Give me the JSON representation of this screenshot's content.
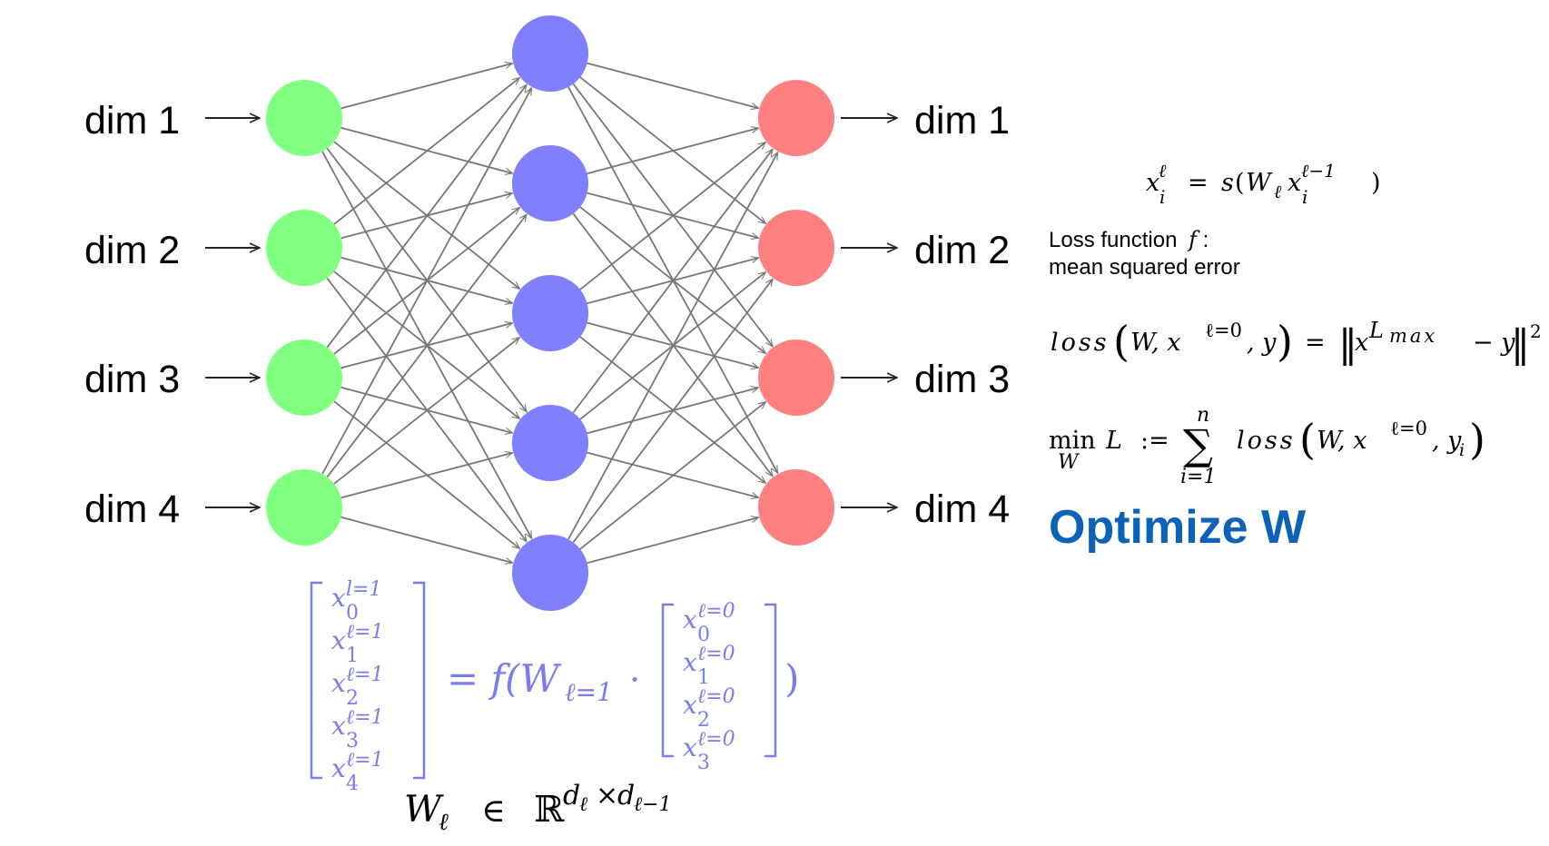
{
  "input_labels": [
    "dim 1",
    "dim 2",
    "dim 3",
    "dim 4"
  ],
  "output_labels": [
    "dim 1",
    "dim 2",
    "dim 3",
    "dim 4"
  ],
  "layers": [
    {
      "name": "input",
      "count": 4,
      "color": "#80ff80"
    },
    {
      "name": "hidden",
      "count": 5,
      "color": "#8080ff"
    },
    {
      "name": "output",
      "count": 4,
      "color": "#ff8080"
    }
  ],
  "edge_color": "#777777",
  "heading_color": "#0b62b8",
  "matrix_color": "#7b7bf2",
  "formulas": {
    "activation": {
      "x": "x",
      "sub_i": "i",
      "sup_l": "ℓ",
      "eq": "=",
      "s": "s",
      "lpar": "(",
      "W": "W",
      "sub_l": "ℓ",
      "x2": "x",
      "sub_i2": "i",
      "sup_lm1": "ℓ−1",
      "rpar": ")"
    },
    "loss_caption_1": "Loss function",
    "loss_caption_f": "f",
    "loss_caption_colon": ":",
    "loss_caption_2": "mean squared error",
    "loss_eq": {
      "loss": "loss",
      "lparen": "(",
      "W_x": "W, x",
      "sup_l0": "ℓ=0",
      "comma_y": ", y",
      "rparen": ")",
      "eq": "=",
      "norm_l": "‖",
      "x": "x",
      "sup_L": "L",
      "sup_max": "max",
      "minus_y": "− y",
      "norm_r": "‖",
      "sq": "2"
    },
    "objective": {
      "min": "min",
      "min_sub": "W",
      "L": "L",
      "def": ":=",
      "sigma": "∑",
      "sum_top": "n",
      "sum_bottom": "i=1",
      "loss": "loss",
      "lparen": "(",
      "W_x": "W, x",
      "sup_l0": "ℓ=0",
      "comma_y": ", y",
      "y_sub": "i",
      "rparen": ")"
    },
    "heading": "Optimize W",
    "layer_eq": {
      "lhs": [
        {
          "sup": "l=1",
          "sub": "0"
        },
        {
          "sup": "ℓ=1",
          "sub": "1"
        },
        {
          "sup": "ℓ=1",
          "sub": "2"
        },
        {
          "sup": "ℓ=1",
          "sub": "3"
        },
        {
          "sup": "ℓ=1",
          "sub": "4"
        }
      ],
      "var": "x",
      "eq_text": "= f(W",
      "W_sub": "ℓ=1",
      "dot": "·",
      "rhs": [
        {
          "sup": "ℓ=0",
          "sub": "0"
        },
        {
          "sup": "ℓ=0",
          "sub": "1"
        },
        {
          "sup": "ℓ=0",
          "sub": "2"
        },
        {
          "sup": "ℓ=0",
          "sub": "3"
        }
      ],
      "close": ")"
    },
    "weight_dim": {
      "W": "W",
      "W_sub": "ℓ",
      "in": "∈",
      "R": "ℝ",
      "sup_d1": "d",
      "sup_d1_sub": "ℓ",
      "times": "×",
      "sup_d2": "d",
      "sup_d2_sub": "ℓ−1"
    }
  }
}
